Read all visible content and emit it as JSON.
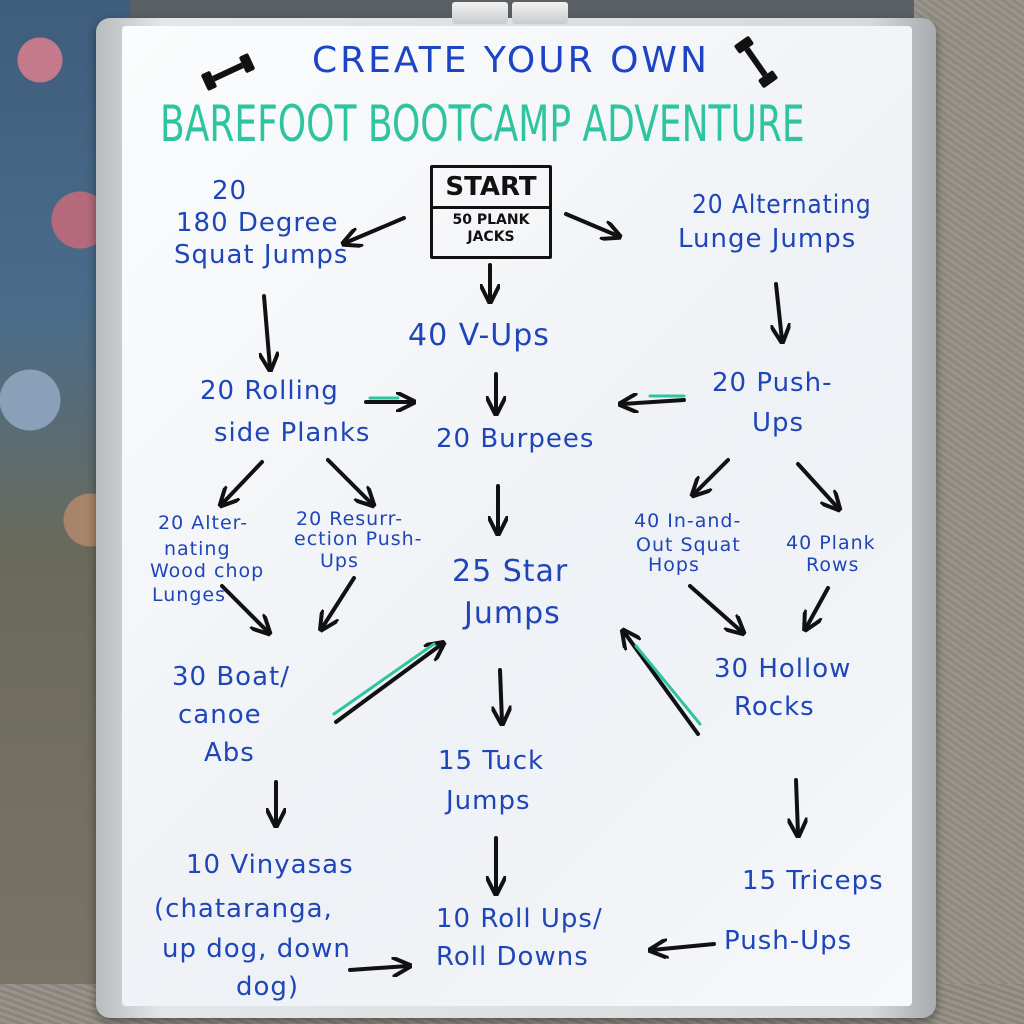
{
  "colors": {
    "ink_blue": "#1f46b8",
    "ink_teal": "#2ec4a0",
    "ink_black": "#111111"
  },
  "icons": [
    "dumbbell-icon",
    "dumbbell-icon"
  ],
  "title": {
    "line1": "CREATE YOUR OWN",
    "line2": "BAREFOOT BOOTCAMP ADVENTURE"
  },
  "start": {
    "label": "START",
    "exercise_l1": "50 PLANK",
    "exercise_l2": "JACKS"
  },
  "nodes": {
    "squat_l1": "20",
    "squat_l2": "180 Degree",
    "squat_l3": "Squat Jumps",
    "lunge_l1": "20 Alternating",
    "lunge_l2": "Lunge Jumps",
    "vups": "40 V-Ups",
    "rolling_l1": "20 Rolling",
    "rolling_l2": "side Planks",
    "burpees": "20 Burpees",
    "pushups_l1": "20 Push-",
    "pushups_l2": "Ups",
    "wood_l1": "20 Alter-",
    "wood_l2": "nating",
    "wood_l3": "Wood chop",
    "wood_l4": "Lunges",
    "resur_l1": "20 Resurr-",
    "resur_l2": "ection Push-",
    "resur_l3": "Ups",
    "star_l1": "25 Star",
    "star_l2": "Jumps",
    "inout_l1": "40 In-and-",
    "inout_l2": "Out Squat",
    "inout_l3": "Hops",
    "rows_l1": "40 Plank",
    "rows_l2": "Rows",
    "boat_l1": "30 Boat/",
    "boat_l2": "canoe",
    "boat_l3": "Abs",
    "hollow_l1": "30 Hollow",
    "hollow_l2": "Rocks",
    "tuck_l1": "15 Tuck",
    "tuck_l2": "Jumps",
    "vinyasa_l1": "10 Vinyasas",
    "vinyasa_l2": "(chataranga,",
    "vinyasa_l3": "up dog, down",
    "vinyasa_l4": "dog)",
    "rollups_l1": "10 Roll Ups/",
    "rollups_l2": "Roll Downs",
    "triceps_l1": "15 Triceps",
    "triceps_l2": "Push-Ups"
  }
}
